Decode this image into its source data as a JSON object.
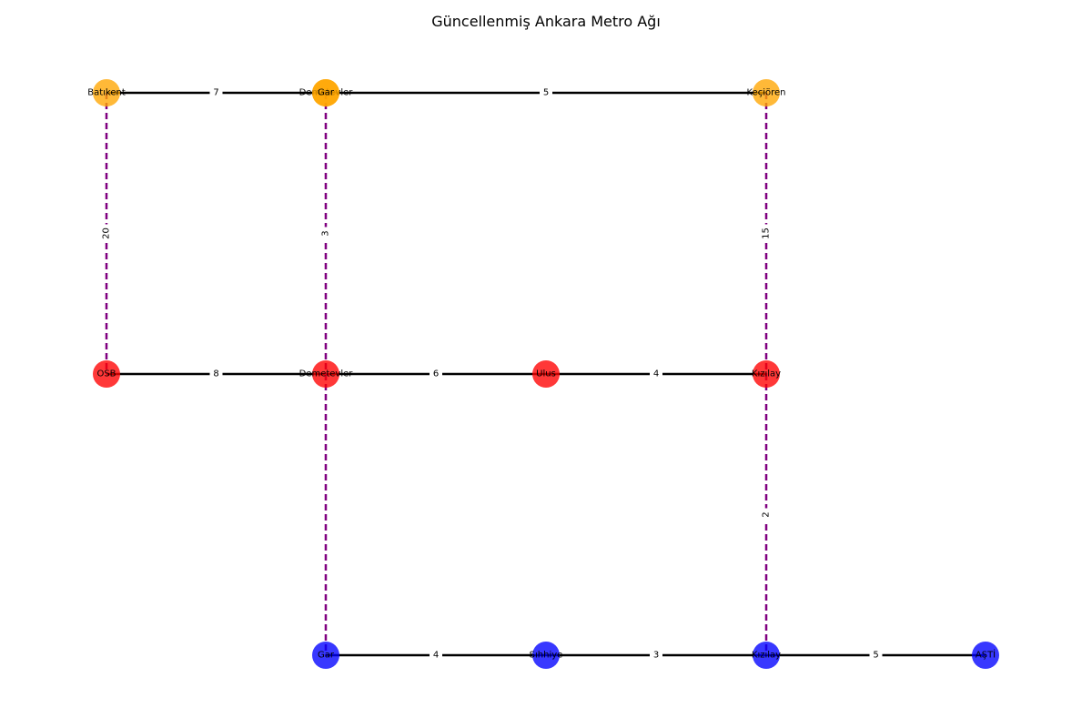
{
  "title": "Güncellenmiş Ankara Metro Ağı",
  "colors": {
    "orange_line": "#FFA500",
    "red_line": "#FF0000",
    "blue_line": "#0000FF",
    "track": "#000000",
    "transfer": "#800080"
  },
  "stations": [
    {
      "id": "batikent",
      "label": "Batıkent",
      "line": "orange"
    },
    {
      "id": "demetevler_o",
      "label": "Demetevler",
      "line": "orange"
    },
    {
      "id": "gar_o",
      "label": "Gar",
      "line": "orange"
    },
    {
      "id": "kecioren",
      "label": "Keçiören",
      "line": "orange"
    },
    {
      "id": "osb",
      "label": "OSB",
      "line": "red"
    },
    {
      "id": "demetevler_r",
      "label": "Demetevler",
      "line": "red"
    },
    {
      "id": "ulus",
      "label": "Ulus",
      "line": "red"
    },
    {
      "id": "kizilay_r",
      "label": "Kızılay",
      "line": "red"
    },
    {
      "id": "gar_b",
      "label": "Gar",
      "line": "blue"
    },
    {
      "id": "sihhiye",
      "label": "Sıhhiye",
      "line": "blue"
    },
    {
      "id": "kizilay_b",
      "label": "Kızılay",
      "line": "blue"
    },
    {
      "id": "asti",
      "label": "AŞTİ",
      "line": "blue"
    }
  ],
  "connections": [
    {
      "from": "batikent",
      "to": "demetevler_o",
      "weight": "7",
      "type": "track"
    },
    {
      "from": "demetevler_o",
      "to": "kecioren",
      "weight": "5",
      "type": "track"
    },
    {
      "from": "osb",
      "to": "demetevler_r",
      "weight": "8",
      "type": "track"
    },
    {
      "from": "demetevler_r",
      "to": "ulus",
      "weight": "6",
      "type": "track"
    },
    {
      "from": "ulus",
      "to": "kizilay_r",
      "weight": "4",
      "type": "track"
    },
    {
      "from": "gar_b",
      "to": "sihhiye",
      "weight": "4",
      "type": "track"
    },
    {
      "from": "sihhiye",
      "to": "kizilay_b",
      "weight": "3",
      "type": "track"
    },
    {
      "from": "kizilay_b",
      "to": "asti",
      "weight": "5",
      "type": "track"
    },
    {
      "from": "batikent",
      "to": "osb",
      "weight": "20",
      "type": "transfer"
    },
    {
      "from": "demetevler_o",
      "to": "demetevler_r",
      "weight": "3",
      "type": "transfer"
    },
    {
      "from": "kecioren",
      "to": "kizilay_r",
      "weight": "15",
      "type": "transfer"
    },
    {
      "from": "kizilay_r",
      "to": "kizilay_b",
      "weight": "2",
      "type": "transfer"
    },
    {
      "from": "demetevler_r",
      "to": "gar_b",
      "weight": "",
      "type": "transfer"
    }
  ]
}
